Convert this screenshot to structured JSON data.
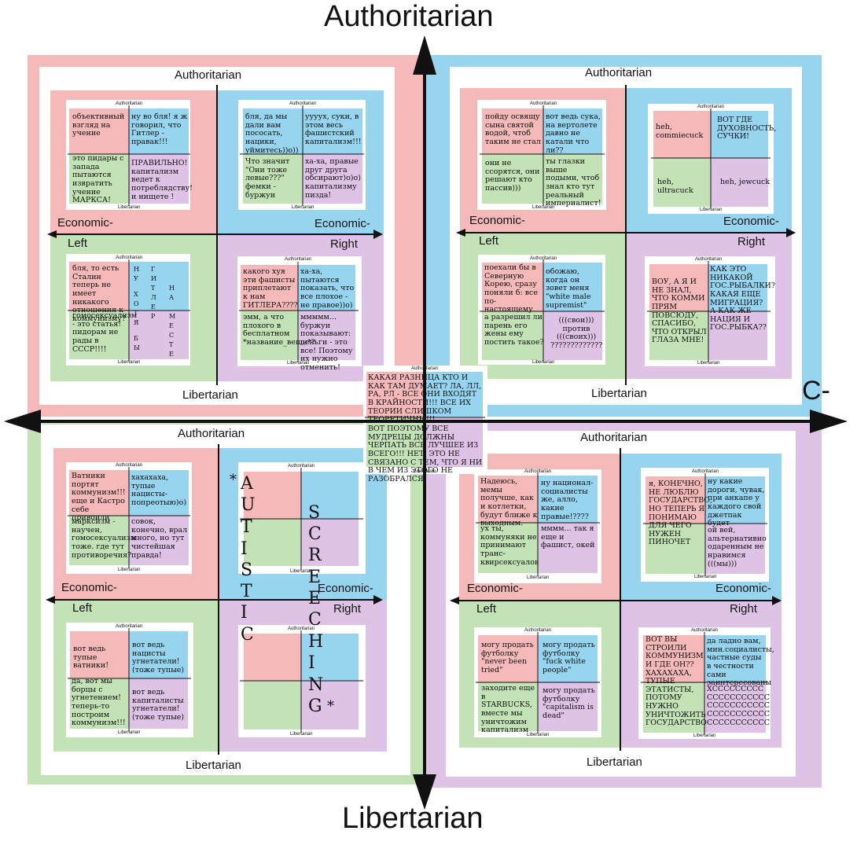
{
  "colors": {
    "red": "#f5b9b9",
    "blue": "#97d4f0",
    "green": "#c3e2b6",
    "purple": "#dfc3e6"
  },
  "outer": {
    "top": "Authoritarian",
    "bottom": "Libertarian",
    "right_fragment": "C-"
  },
  "axis": {
    "authoritarian": "Authoritarian",
    "libertarian": "Libertarian",
    "economic": "Economic-",
    "left": "Left",
    "right": "Right"
  },
  "q1": {
    "auth_auth": {
      "a": "объективный взгляд на учение",
      "b": "ну во бля! я ж говорил, что Гитлер - правак!!!",
      "c": "это пидары с запада пытаются извратить учение МАРКСА!",
      "d": "ПРАВИЛЬНО! капитализм ведет к потреблядству! и нищете !"
    },
    "auth_right": {
      "a": "бля, да мы дали вам пососать, нацики, уймитесь))о))",
      "b": "уууух, суки, в этом весь фашистский капитализм!!!",
      "c": "Что значит \"Они тоже левые???\" фемки - буржуи",
      "d": "ха-ха, правые друг друга обсирают)о)о) капитализму пизда!"
    },
    "lib_left": {
      "a": "бля, то есть Сталин теперь не имеет никакого отношения к коммунизму?",
      "b1": "НУ ХОТЯ БЫ",
      "b2": "ГИТЛЕР",
      "b3": "НА МЕСТЕ",
      "c": "гомосексуализм - это статья! пидорам не рады в СССР!!!!"
    },
    "lib_right": {
      "a": "какого хуя эти фашисты приплетают к нам ГИТЛЕРА????",
      "b": "ха-ха, пытаются показать, что все плохое - не правое))о)",
      "c": "эмм, а что плохого в бесплатном *название_вещи*?",
      "d": "ммммм... буржуи показывают: деньги - это все! Поэтому их нужно отменить!"
    }
  },
  "q2": {
    "auth_auth": {
      "a": "пойду освящу сына святой водой, чтоб таким не стал",
      "b": "вот ведь сука, на вертолете давно не катали что ли??",
      "c": "они не ссорятся, они решают кто пассив)))",
      "d": "ты глазки выше подыми, чтоб знал кто тут реальный империалист!"
    },
    "auth_right": {
      "a": "heh, commiecuck",
      "b": "ВОТ ГДЕ ДУХОВНОСТЬ, СУЧКИ!",
      "c": "heh, ultracuck",
      "d": "heh, jewcuck"
    },
    "lib_left": {
      "a": "поехали бы в Северную Корею, сразу поняли б: все по-настоящему",
      "b": "обожаю, когда он зовет меня \"white male supremist\"",
      "c": "а разрешил ли парень его жены ему постить такое?",
      "d": "(((свои))) против (((своих))) ?????????????"
    },
    "lib_right": {
      "a": "ВОУ, А Я И НЕ ЗНАЛ, ЧТО КОММИ ПРЯМ ПОВСЮДУ, СПАСИБО, ЧТО ОТКРЫЛ ГЛАЗА МНЕ!",
      "b": "КАК ЭТО НИКАКОЙ ГОС.РЫБАЛКИ? КАКАЯ ЕЩЕ МИГРАЦИЯ? А КАК ЖЕ НАЦИЯ И ГОС.РЫБКА??"
    }
  },
  "q3": {
    "auth_auth": {
      "a": "Ватники портят коммунизм!!! еще и Кастро себе привоили",
      "b": "хахахаха, тупые нацисты-попреотыю)о)",
      "c": "марксизм - научен, гомосексуализм тоже. где тут противоречия?",
      "d": "совок, конечно, врал много, но тут чистейшая правда!"
    },
    "autistic": {
      "star1": "*",
      "star2": "*",
      "word1": [
        "A",
        "U",
        "T",
        "I",
        "S",
        "T",
        "I",
        "C"
      ],
      "word2": [
        "S",
        "C",
        "R",
        "E",
        "E",
        "C",
        "H",
        "I",
        "N",
        "G"
      ]
    },
    "lib_left": {
      "a": "вот ведь тупые ватники!",
      "b": "вот ведь нацисты угнетатели! (тоже тупые)",
      "c": "да, вот мы борцы с угнетением! теперь-то построим коммунизм!!!",
      "d": "вот ведь капиталисты угнетатели! (тоже тупые)"
    }
  },
  "q4": {
    "auth_auth": {
      "a": "Надеюсь, мемы получше, как и котлетки, будут ближе к выходным.",
      "b": "ну национал-социалисты же, алло, какие правые!????",
      "c": "ух ты, коммуняки не принимают транс-квирсексуалов",
      "d": "мммм... так я еще и фашист, окей"
    },
    "auth_right": {
      "a": "я, КОНЕЧНО, НЕ ЛЮБЛЮ ГОСУДАРСТВО, НО ТЕПЕРЬ Я ПОНИМАЮ ДЛЯ ЧЕГО НУЖЕН ПИНОЧЕТ",
      "b": "ну какие дороги, чувак, при анкапе у каждого свой джетпак будет",
      "c": "ой вей, альтернативно одаренным не нравимся (((мы)))"
    },
    "lib_left": {
      "a": "могу продать футболку \"never been tried\"",
      "b": "могу продать футболку \"fuck white people\"",
      "c": "заходите еще в STARBUCKS, вместе мы уничтожим капитализм",
      "d": "могу продать футболку \"capitalism is dead\""
    },
    "lib_right": {
      "a": "ВОТ ВЫ СТРОИЛИ КОММУНИЗМ И ГДЕ ОН?? ХАХАХАХА, ТУПЫЕ ЭТАТИСТЫ, ПОТОМУ НУЖНО УНИЧТОЖИТЬ ГОСУДАРСТВО",
      "b": "да ладно вам, мин.социалисты, частные суды в честности сами заинтересованы",
      "c": "ХССССССССС ССССССССССС ССССССССССС ССССССССССС ССССССССССС"
    }
  },
  "center": {
    "top": "КАКАЯ РАЗНИЦА КТО И КАК ТАМ ДУМАЕТ? ЛА, ЛЛ, РА, РЛ - ВСЕ ОНИ ВХОДЯТ В КРАЙНОСТИ!!! ВСЕ ИХ ТЕОРИИ СЛИШКОМ ТЕОРЕТИЧНЫ!!!",
    "bottom": "ВОТ ПОЭТОМУ ВСЕ МУДРЕЦЫ ДОЛЖНЫ ЧЕРПАТЬ ВСЕ ЛУЧШЕЕ ИЗ ВСЕГО!!! НЕТ, ЭТО НЕ СВЯЗАНО С ТЕМ, ЧТО Я НИ В ЧЕМ ИЗ ЭТОГО НЕ РАЗОБРАЛСЯ"
  }
}
